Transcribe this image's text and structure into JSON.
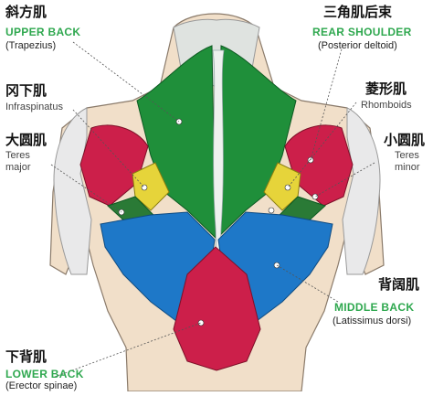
{
  "colors": {
    "accent_green": "#2fa84f",
    "trapezius": "#1f8f3a",
    "deltoid": "#cc1f4a",
    "latissimus": "#1e78c8",
    "teres_minor": "#e6d43a",
    "skin": "#f1dfc9"
  },
  "labels": {
    "trapezius": {
      "zh": "斜方肌",
      "en": "UPPER BACK",
      "latin": "(Trapezius)"
    },
    "deltoid": {
      "zh": "三角肌后束",
      "en": "REAR SHOULDER",
      "latin": "(Posterior deltoid)"
    },
    "infraspinatus": {
      "zh": "冈下肌",
      "latin": "Infraspinatus"
    },
    "rhomboids": {
      "zh": "菱形肌",
      "latin": "Rhomboids"
    },
    "teres_major": {
      "zh": "大圆肌",
      "line1": "Teres",
      "line2": "major"
    },
    "teres_minor": {
      "zh": "小圆肌",
      "line1": "Teres",
      "line2": "minor"
    },
    "latissimus": {
      "zh": "背阔肌",
      "en": "MIDDLE BACK",
      "latin": "(Latissimus dorsi)"
    },
    "erector": {
      "zh": "下背肌",
      "en": "LOWER BACK",
      "latin": "(Erector spinae)"
    }
  }
}
